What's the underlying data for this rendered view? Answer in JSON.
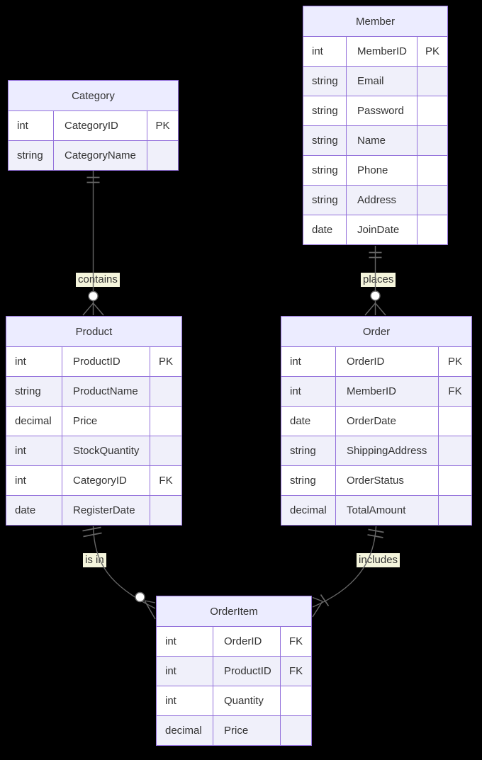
{
  "diagram": {
    "type": "entity-relationship-diagram",
    "colors": {
      "background": "#000000",
      "entity_border": "#9370db",
      "header_fill": "#ececff",
      "row_fill_odd": "#ffffff",
      "row_fill_even": "#f0f0fa",
      "relationship_line": "#666666",
      "label_background": "#f5f5dc",
      "text": "#333333"
    },
    "entities": {
      "member": {
        "title": "Member",
        "rows": [
          {
            "type": "int",
            "name": "MemberID",
            "key": "PK"
          },
          {
            "type": "string",
            "name": "Email",
            "key": ""
          },
          {
            "type": "string",
            "name": "Password",
            "key": ""
          },
          {
            "type": "string",
            "name": "Name",
            "key": ""
          },
          {
            "type": "string",
            "name": "Phone",
            "key": ""
          },
          {
            "type": "string",
            "name": "Address",
            "key": ""
          },
          {
            "type": "date",
            "name": "JoinDate",
            "key": ""
          }
        ]
      },
      "category": {
        "title": "Category",
        "rows": [
          {
            "type": "int",
            "name": "CategoryID",
            "key": "PK"
          },
          {
            "type": "string",
            "name": "CategoryName",
            "key": ""
          }
        ]
      },
      "product": {
        "title": "Product",
        "rows": [
          {
            "type": "int",
            "name": "ProductID",
            "key": "PK"
          },
          {
            "type": "string",
            "name": "ProductName",
            "key": ""
          },
          {
            "type": "decimal",
            "name": "Price",
            "key": ""
          },
          {
            "type": "int",
            "name": "StockQuantity",
            "key": ""
          },
          {
            "type": "int",
            "name": "CategoryID",
            "key": "FK"
          },
          {
            "type": "date",
            "name": "RegisterDate",
            "key": ""
          }
        ]
      },
      "order": {
        "title": "Order",
        "rows": [
          {
            "type": "int",
            "name": "OrderID",
            "key": "PK"
          },
          {
            "type": "int",
            "name": "MemberID",
            "key": "FK"
          },
          {
            "type": "date",
            "name": "OrderDate",
            "key": ""
          },
          {
            "type": "string",
            "name": "ShippingAddress",
            "key": ""
          },
          {
            "type": "string",
            "name": "OrderStatus",
            "key": ""
          },
          {
            "type": "decimal",
            "name": "TotalAmount",
            "key": ""
          }
        ]
      },
      "orderitem": {
        "title": "OrderItem",
        "rows": [
          {
            "type": "int",
            "name": "OrderID",
            "key": "FK"
          },
          {
            "type": "int",
            "name": "ProductID",
            "key": "FK"
          },
          {
            "type": "int",
            "name": "Quantity",
            "key": ""
          },
          {
            "type": "decimal",
            "name": "Price",
            "key": ""
          }
        ]
      }
    },
    "relationships": [
      {
        "label": "contains",
        "from": "Category",
        "to": "Product",
        "cardinality": "one to zero-or-many"
      },
      {
        "label": "places",
        "from": "Member",
        "to": "Order",
        "cardinality": "one to zero-or-many"
      },
      {
        "label": "is in",
        "from": "Product",
        "to": "OrderItem",
        "cardinality": "one to zero-or-many"
      },
      {
        "label": "includes",
        "from": "Order",
        "to": "OrderItem",
        "cardinality": "one to one-or-many"
      }
    ]
  }
}
